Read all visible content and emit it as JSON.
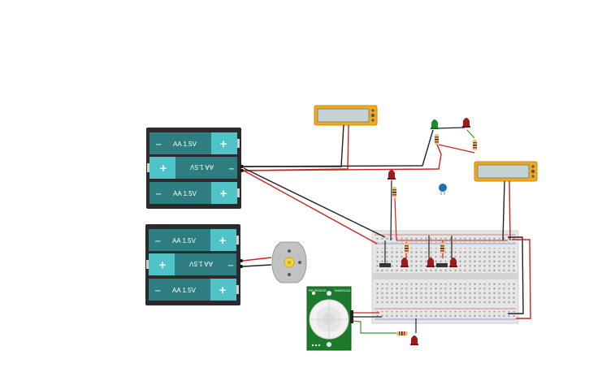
{
  "battery_packs": [
    {
      "cells": [
        {
          "label": "AA 1.5V",
          "orientation": "normal"
        },
        {
          "label": "AA 1.5V",
          "orientation": "flipped"
        },
        {
          "label": "AA 1.5V",
          "orientation": "normal"
        }
      ]
    },
    {
      "cells": [
        {
          "label": "AA 1.5V",
          "orientation": "normal"
        },
        {
          "label": "AA 1.5V",
          "orientation": "flipped"
        },
        {
          "label": "AA 1.5V",
          "orientation": "normal"
        }
      ]
    }
  ],
  "symbols": {
    "plus": "+",
    "minus": "−"
  },
  "pir_sensor": {
    "label_left": "PIR SENSOR",
    "label_right": "TINKERCAD"
  },
  "colors": {
    "battery_case": "#2b2b2b",
    "cell_body": "#2e7d80",
    "cell_cap": "#4fc3c8",
    "multimeter": "#f4a81c",
    "multimeter_screen": "#c5d2d4",
    "wire_red": "#cc2222",
    "wire_black": "#222222",
    "wire_green": "#2e9b2e",
    "led_red": "#9c1c1c",
    "led_green": "#1f8a2a",
    "breadboard": "#e6e6e6",
    "pir_board": "#1b7a2b",
    "capacitor": "#1a6fb5"
  }
}
